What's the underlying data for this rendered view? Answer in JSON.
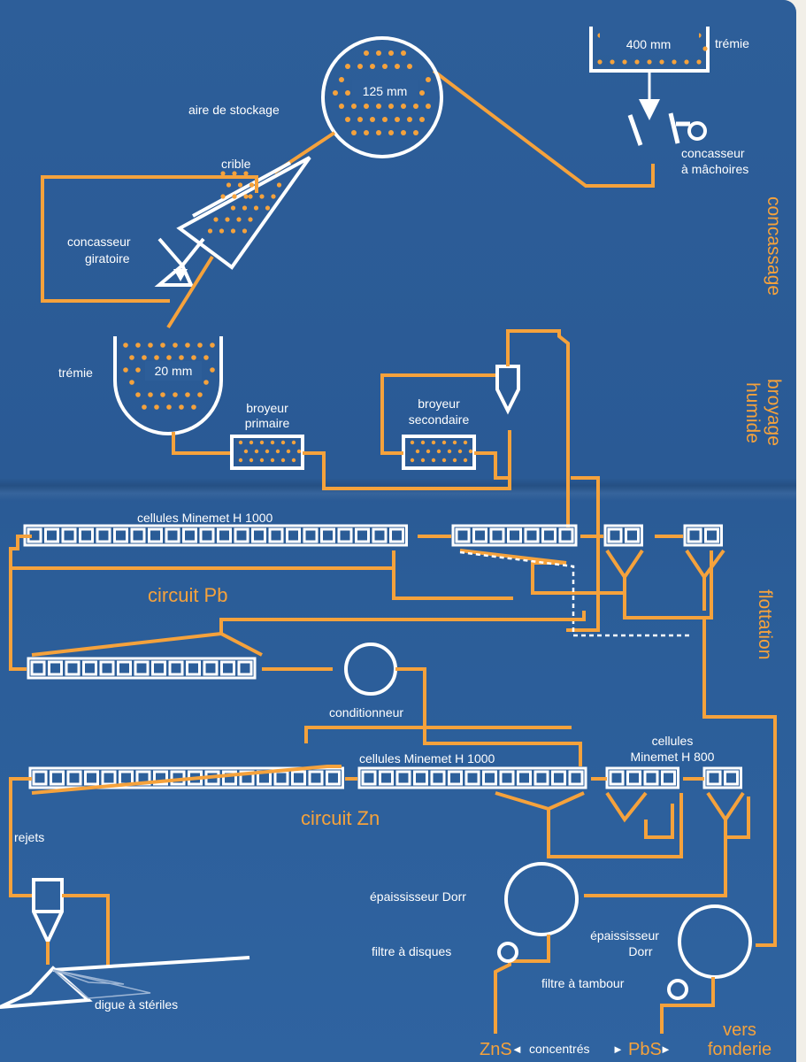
{
  "labels": {
    "hopper_top_size": "400 mm",
    "hopper_top": "trémie",
    "jaw_crusher_1": "concasseur",
    "jaw_crusher_2": "à mâchoires",
    "storage_size": "125 mm",
    "storage": "aire de stockage",
    "screen": "crible",
    "gyratory_1": "concasseur",
    "gyratory_2": "giratoire",
    "hopper_mid_size": "20 mm",
    "hopper_mid": "trémie",
    "primary_mill_1": "broyeur",
    "primary_mill_2": "primaire",
    "secondary_mill_1": "broyeur",
    "secondary_mill_2": "secondaire",
    "pb_cells": "cellules Minemet H 1000",
    "pb_circuit": "circuit Pb",
    "conditioner": "conditionneur",
    "zn_cells": "cellules Minemet H 1000",
    "zn_cells_800_1": "cellules",
    "zn_cells_800_2": "Minemet H 800",
    "zn_circuit": "circuit Zn",
    "tailings_out": "rejets",
    "thickener_zn": "épaississeur Dorr",
    "thickener_pb_1": "épaississeur",
    "thickener_pb_2": "Dorr",
    "disc_filter": "filtre à disques",
    "drum_filter": "filtre à tambour",
    "tailings_dam": "digue à stériles",
    "product_zn": "ZnS",
    "concentrates": "concentrés",
    "product_pb": "PbS",
    "smelter_1": "vers",
    "smelter_2": "fonderie"
  },
  "stages": {
    "crushing": "concassage",
    "grinding_1": "broyage",
    "grinding_2": "humide",
    "flotation": "flottation"
  },
  "colors": {
    "background": "#2c5e99",
    "flow": "#f5a23c",
    "equipment": "#ffffff"
  }
}
